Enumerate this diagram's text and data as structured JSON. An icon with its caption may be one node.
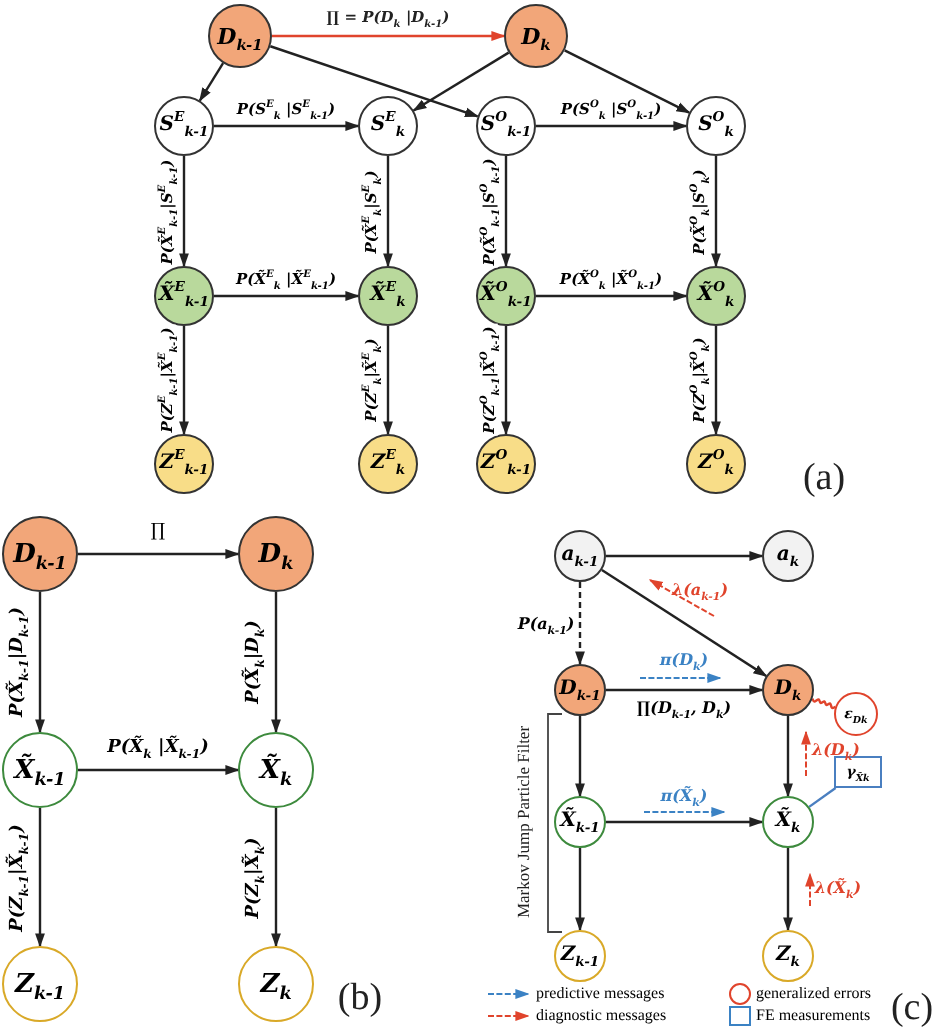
{
  "diagram": {
    "nodes": [
      {
        "text": [
          "D$_{k-1}$"
        ]
      },
      {
        "text": [
          "D$_{k}$"
        ]
      },
      {
        "text": [
          "S$^{E}$$_{k-1}$"
        ]
      },
      {
        "text": [
          "S$^{E}$$_{k}$"
        ]
      },
      {
        "text": [
          "S$^{O}$$_{k-1}$"
        ]
      },
      {
        "text": [
          "S$^{O}$$_{k}$"
        ]
      },
      {
        "text": [
          "X̃$^{E}$$_{k-1}$"
        ]
      },
      {
        "text": [
          "X̃$^{E}$$_{k}$"
        ]
      },
      {
        "text": [
          "X̃$^{O}$$_{k-1}$"
        ]
      },
      {
        "text": [
          "X̃$^{O}$$_{k}$"
        ]
      },
      {
        "text": [
          "Z$^{E}$$_{k-1}$"
        ]
      },
      {
        "text": [
          "Z$^{E}$$_{k}$"
        ]
      },
      {
        "text": [
          "Z$^{O}$$_{k-1}$"
        ]
      },
      {
        "text": [
          "Z$^{O}$$_{k}$"
        ]
      },
      {
        "text": [
          "D$_{k-1}$"
        ]
      },
      {
        "text": [
          "D$_{k}$"
        ]
      },
      {
        "text": [
          "X̃$_{k-1}$"
        ]
      },
      {
        "text": [
          "X̃$_{k}$"
        ]
      },
      {
        "text": [
          "Z$_{k-1}$"
        ]
      },
      {
        "text": [
          "Z$_{k}$"
        ]
      },
      {
        "text": [
          "a$_{k-1}$"
        ]
      },
      {
        "text": [
          "a$_{k}$"
        ]
      },
      {
        "text": [
          "D$_{k-1}$"
        ]
      },
      {
        "text": [
          "D$_{k}$"
        ]
      },
      {
        "text": [
          "ε$_{D}$$_{k}$"
        ]
      },
      {
        "text": [
          "γ$_{X̃}$$_{k}$"
        ]
      },
      {
        "text": [
          "X̃$_{k-1}$"
        ]
      },
      {
        "text": [
          "X̃$_{k}$"
        ]
      },
      {
        "text": [
          "Z$_{k-1}$"
        ]
      },
      {
        "text": [
          "Z$_{k}$"
        ]
      }
    ],
    "edges": [
      {
        "from": 0,
        "to": 1,
        "arrow": "to",
        "label": "∏ = P(D$_{k}$ |D$_{k-1}$)",
        "color": "#e0442c"
      },
      {
        "from": 0,
        "to": 2,
        "arrow": "to"
      },
      {
        "from": 0,
        "to": 4,
        "arrow": "to"
      },
      {
        "from": 1,
        "to": 3,
        "arrow": "to"
      },
      {
        "from": 1,
        "to": 5,
        "arrow": "to"
      },
      {
        "from": 2,
        "to": 3,
        "arrow": "to",
        "label": "P(S$^{E}$$_{k}$ |S$^{E}$$_{k-1}$)"
      },
      {
        "from": 4,
        "to": 5,
        "arrow": "to",
        "label": "P(S$^{O}$$_{k}$ |S$^{O}$$_{k-1}$)"
      },
      {
        "from": 2,
        "to": 6,
        "arrow": "to",
        "label": "P(X̃$^{E}$$_{k-1}$|S$^{E}$$_{k-1}$)"
      },
      {
        "from": 3,
        "to": 7,
        "arrow": "to",
        "label": "P(X̃$^{E}$$_{k}$|S$^{E}$$_{k}$)"
      },
      {
        "from": 4,
        "to": 8,
        "arrow": "to",
        "label": "P(X̃$^{O}$$_{k-1}$|S$^{O}$$_{k-1}$)"
      },
      {
        "from": 5,
        "to": 9,
        "arrow": "to",
        "label": "P(X̃$^{O}$$_{k}$|S$^{O}$$_{k}$)"
      },
      {
        "from": 6,
        "to": 7,
        "arrow": "to",
        "label": "P(X̃$^{E}$$_{k}$ |X̃$^{E}$$_{k-1}$)"
      },
      {
        "from": 8,
        "to": 9,
        "arrow": "to",
        "label": "P(X̃$^{O}$$_{k}$ |X̃$^{O}$$_{k-1}$)"
      },
      {
        "from": 6,
        "to": 10,
        "arrow": "to",
        "label": "P(Z$^{E}$$_{k-1}$|X̃$^{E}$$_{k-1}$)"
      },
      {
        "from": 7,
        "to": 11,
        "arrow": "to",
        "label": "P(Z$^{E}$$_{k}$|X̃$^{E}$$_{k}$)"
      },
      {
        "from": 8,
        "to": 12,
        "arrow": "to",
        "label": "P(Z$^{O}$$_{k-1}$|X̃$^{O}$$_{k-1}$)"
      },
      {
        "from": 9,
        "to": 13,
        "arrow": "to",
        "label": "P(Z$^{O}$$_{k}$|X̃$^{O}$$_{k}$)"
      },
      {
        "from": 14,
        "to": 15,
        "arrow": "to",
        "label": "∏"
      },
      {
        "from": 14,
        "to": 16,
        "arrow": "to",
        "label": "P(X̃$_{k-1}$|D$_{k-1}$)"
      },
      {
        "from": 15,
        "to": 17,
        "arrow": "to",
        "label": "P(X̃$_{k}$|D$_{k}$)"
      },
      {
        "from": 16,
        "to": 17,
        "arrow": "to",
        "label": "P(X̃$_{k}$ |X̃$_{k-1}$)"
      },
      {
        "from": 16,
        "to": 18,
        "arrow": "to",
        "label": "P(Z$_{k-1}$|X̃$_{k-1}$)"
      },
      {
        "from": 17,
        "to": 19,
        "arrow": "to",
        "label": "P(Z$_{k}$|X̃$_{k}$)"
      },
      {
        "from": 20,
        "to": 21,
        "arrow": "to"
      },
      {
        "from": 20,
        "to": 23,
        "arrow": "to"
      },
      {
        "from": 20,
        "to": 22,
        "arrow": "to",
        "label": "P(a$_{k-1}$)",
        "style": "dashed"
      },
      {
        "from": 22,
        "to": 23,
        "arrow": "to",
        "label": "∏(D$_{k-1}$, D$_{k}$)"
      },
      {
        "from": 23,
        "to": 24,
        "arrow": "none",
        "color": "#e0442c"
      },
      {
        "from": 22,
        "to": 26,
        "arrow": "to"
      },
      {
        "from": 23,
        "to": 27,
        "arrow": "to"
      },
      {
        "from": 27,
        "to": 25,
        "arrow": "none",
        "color": "#4a7fc0"
      },
      {
        "from": 26,
        "to": 27,
        "arrow": "to"
      },
      {
        "from": 26,
        "to": 28,
        "arrow": "to"
      },
      {
        "from": 27,
        "to": 29,
        "arrow": "to"
      }
    ],
    "labels": [
      "(a)",
      "(b)",
      "λ(a$_{k-1}$)",
      "π(D$_{k}$)",
      "λ(D$_{k}$)",
      "Markov Jump Particle Filter",
      "π(X̃$_{k}$)",
      "λ(X̃$_{k}$)",
      "(c)"
    ],
    "legend": [
      {
        "text": "predictive messages"
      },
      {
        "text": "diagnostic messages"
      },
      {
        "text": "generalized errors"
      },
      {
        "text": "FE measurements"
      }
    ]
  }
}
